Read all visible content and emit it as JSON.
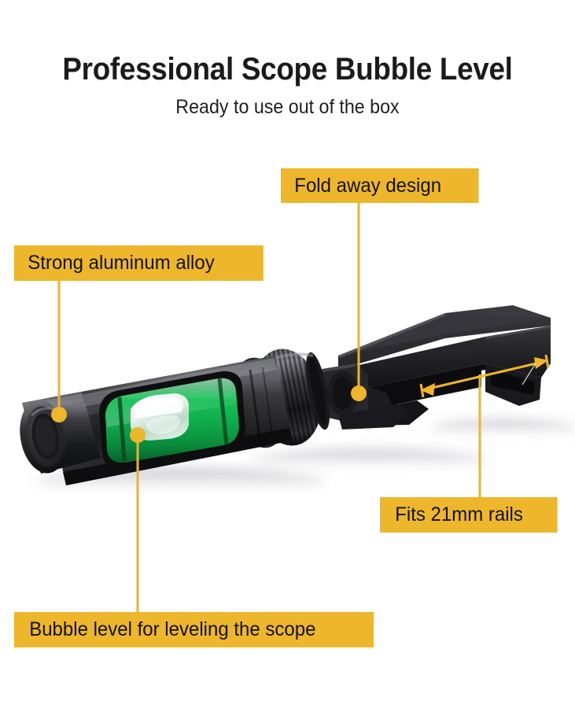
{
  "header": {
    "title": "Professional Scope Bubble Level",
    "subtitle": "Ready to use out of the box"
  },
  "callouts": [
    {
      "id": "fold",
      "label": "Fold away design"
    },
    {
      "id": "alloy",
      "label": "Strong aluminum alloy"
    },
    {
      "id": "rails",
      "label": "Fits 21mm rails"
    },
    {
      "id": "bubble",
      "label": "Bubble level for leveling the scope"
    }
  ],
  "colors": {
    "accent": "#eeb62b",
    "accent_line": "#e9b431",
    "text": "#1b1b1b",
    "background": "#ffffff",
    "body_black": "#2a2a2c",
    "body_black_dark": "#141416",
    "vial_green": "#11a74a",
    "vial_green_dark": "#0a7c36",
    "bubble_highlight": "#e8f3ee",
    "shadow": "#c9c9cc"
  },
  "product": {
    "name": "scope-bubble-level",
    "parts": [
      "end-cap",
      "aluminum-tube",
      "green-level-vial",
      "air-bubble",
      "knurled-locking-ring",
      "fold-away-hinge",
      "rail-clamp-arm",
      "rail-slot"
    ]
  },
  "annotations": {
    "rail_width_arrow": "double-headed-dimension-arrow"
  }
}
